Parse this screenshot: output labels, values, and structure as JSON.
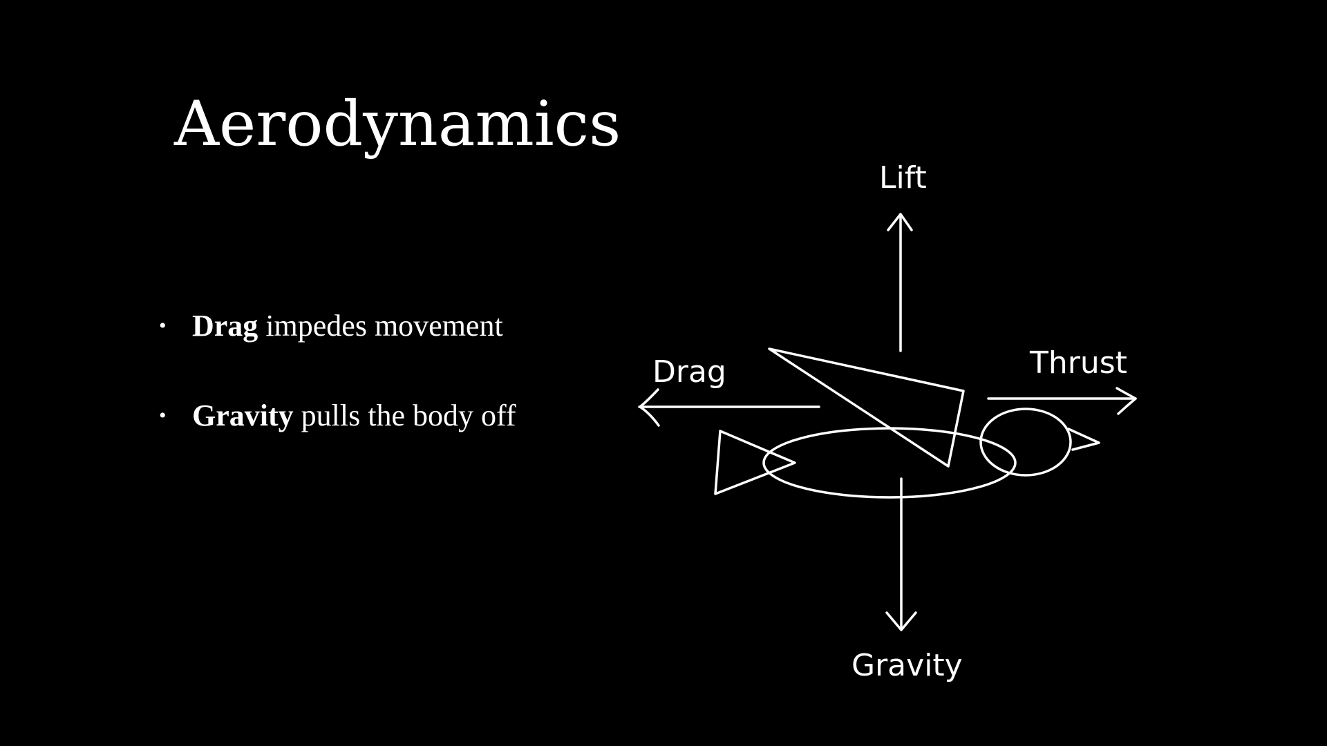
{
  "slide": {
    "title": "Aerodynamics",
    "background_color": "#000000",
    "text_color": "#ffffff",
    "bullets": [
      {
        "term": "Drag",
        "text": " impedes movement"
      },
      {
        "term": "Gravity",
        "text": " pulls the body off"
      }
    ]
  },
  "diagram": {
    "labels": {
      "lift": "Lift",
      "drag": "Drag",
      "thrust": "Thrust",
      "gravity": "Gravity"
    },
    "stroke_color": "#ffffff"
  }
}
